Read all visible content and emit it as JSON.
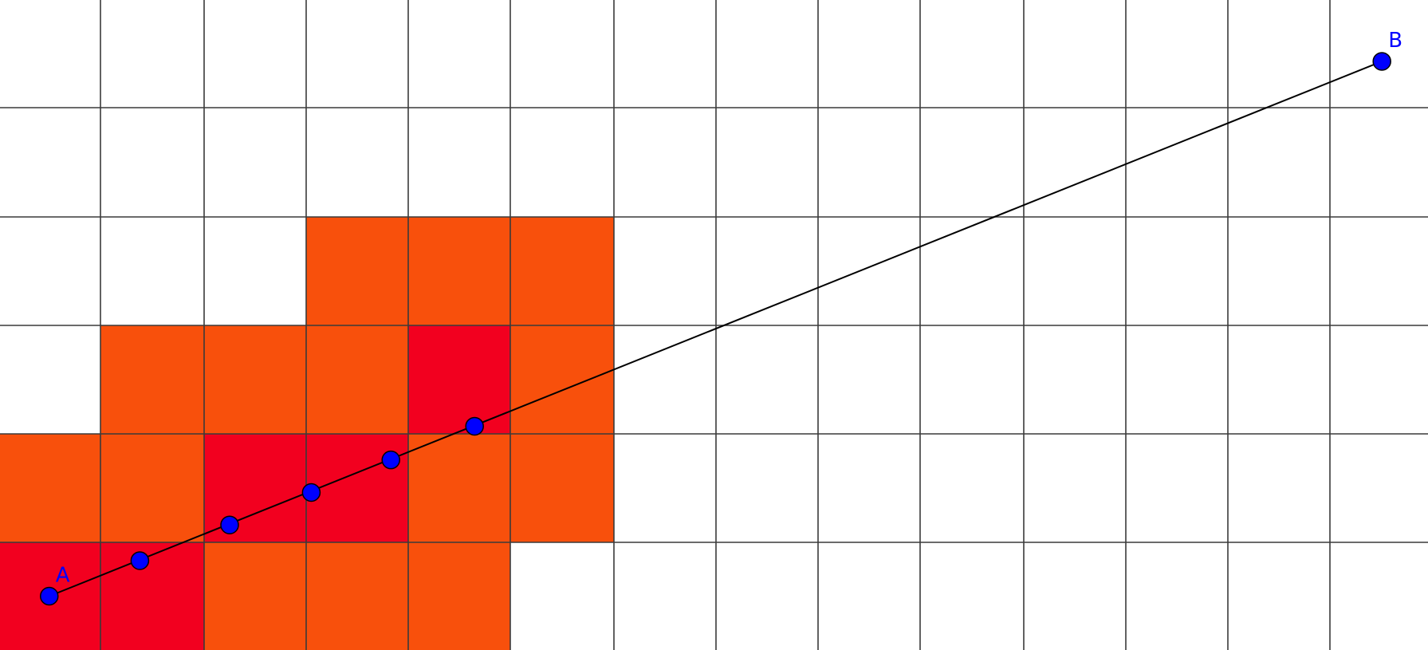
{
  "diagram": {
    "grid": {
      "columns": 14,
      "rows": 6,
      "line_color": "#3a3a3a",
      "background": "#ffffff"
    },
    "colors": {
      "orange_cell": "#f8500c",
      "red_cell": "#f2001f",
      "point_fill": "#0000ff",
      "point_stroke": "#000000",
      "segment": "#000000",
      "label": "#0000ff"
    },
    "orange_cells": [
      [
        3,
        2
      ],
      [
        4,
        2
      ],
      [
        5,
        2
      ],
      [
        1,
        3
      ],
      [
        2,
        3
      ],
      [
        3,
        3
      ],
      [
        5,
        3
      ],
      [
        0,
        4
      ],
      [
        1,
        4
      ],
      [
        4,
        4
      ],
      [
        5,
        4
      ],
      [
        2,
        5
      ],
      [
        3,
        5
      ],
      [
        4,
        5
      ]
    ],
    "red_cells": [
      [
        4,
        3
      ],
      [
        2,
        4
      ],
      [
        3,
        4
      ],
      [
        0,
        5
      ],
      [
        1,
        5
      ]
    ],
    "points": [
      {
        "name": "A",
        "col": 0.49,
        "row": 5.5,
        "label": "A"
      },
      {
        "name": "B",
        "col": 13.53,
        "row": 0.57,
        "label": "B"
      }
    ],
    "intermediate_points": [
      {
        "col": 1.38,
        "row": 5.17
      },
      {
        "col": 2.25,
        "row": 4.84
      },
      {
        "col": 3.05,
        "row": 4.54
      },
      {
        "col": 3.83,
        "row": 4.24
      },
      {
        "col": 4.65,
        "row": 3.93
      }
    ]
  }
}
